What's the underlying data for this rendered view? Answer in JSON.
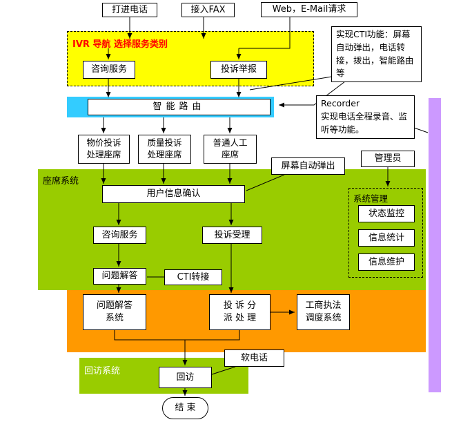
{
  "colors": {
    "ivr_background": "#ffff00",
    "route_bar": "#33ccff",
    "agent_region": "#99cc00",
    "dispatch_region": "#ff9900",
    "recorder_bar": "#cc99ff",
    "ivr_title_text": "#ff0000"
  },
  "diagram": {
    "sources": {
      "call": "打进电话",
      "fax": "接入FAX",
      "web": "Web，E-Mail请求"
    },
    "ivr": {
      "title": "IVR  导航 选择服务类别",
      "consult": "咨询服务",
      "report": "投诉举报"
    },
    "notes": {
      "cti": "实现CTI功能：屏幕自动弹出，电话转接，拨出，智能路由等",
      "recorder": "Recorder\n实现电话全程录音、监听等功能。",
      "popup": "屏幕自动弹出",
      "cti_transfer": "CTI转接",
      "softphone": "软电话"
    },
    "routing": {
      "smart_route": "智能路由"
    },
    "seats": {
      "price": "物价投诉\n处理座席",
      "quality": "质量投诉\n处理座席",
      "normal": "普通人工\n座席"
    },
    "admin": "管理员",
    "seat_system": {
      "label": "座席系统",
      "user_confirm": "用户信息确认",
      "consult": "咨询服务",
      "accept": "投诉受理",
      "qa": "问题解答",
      "sys_mgmt": {
        "label": "系统管理",
        "items": [
          "状态监控",
          "信息统计",
          "信息维护"
        ]
      }
    },
    "process": {
      "qa_system": "问题解答\n系统",
      "dispatch": "投 诉 分\n派 处 理",
      "law": "工商执法\n调度系统"
    },
    "revisit_system": {
      "label": "回访系统",
      "revisit": "回访"
    },
    "end": "结 束"
  }
}
